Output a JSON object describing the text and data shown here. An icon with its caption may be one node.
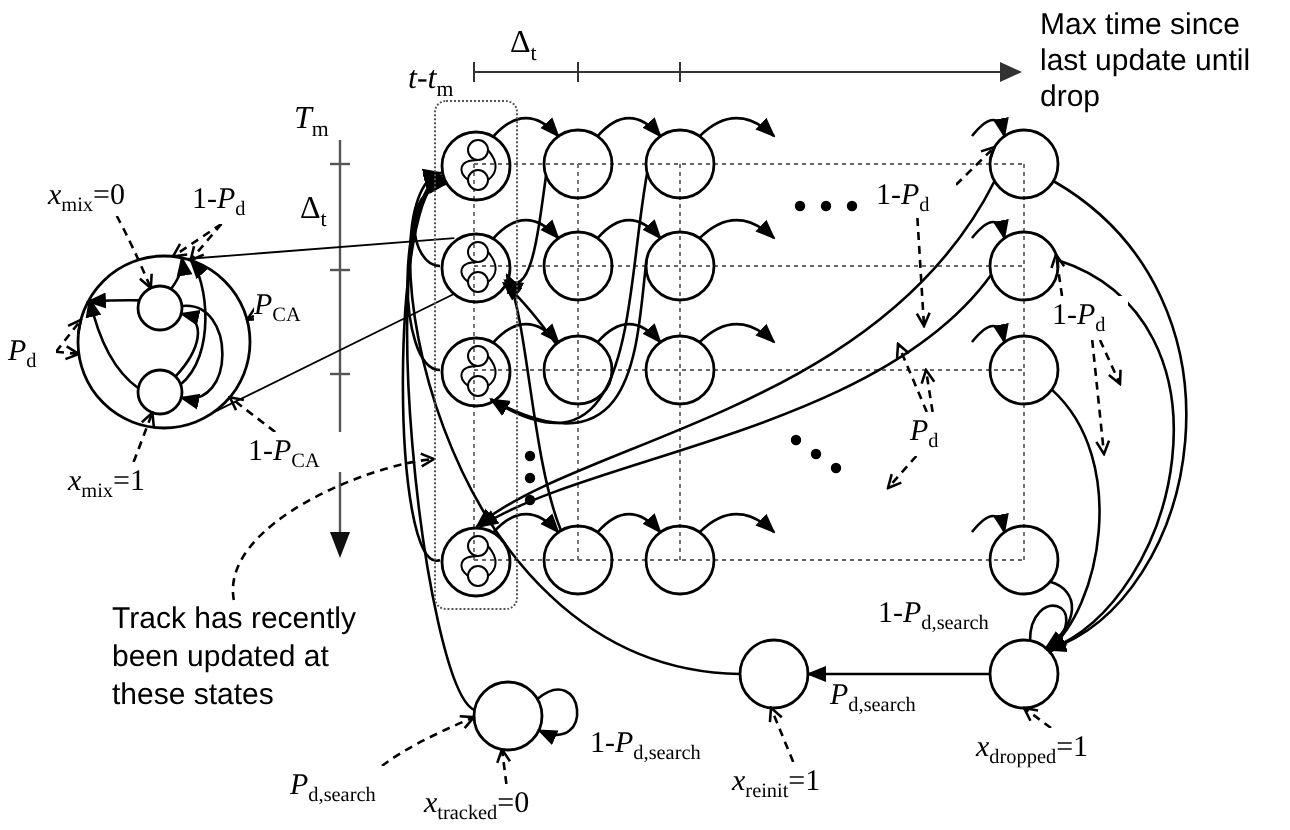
{
  "diagram": {
    "nodes": [
      {
        "text": [],
        "shape": "circle"
      },
      {
        "text": [],
        "shape": "circle",
        "in": 0
      },
      {
        "text": [],
        "shape": "circle",
        "in": 0
      },
      {
        "text": [],
        "shape": "box"
      },
      {
        "text": [],
        "shape": "circle",
        "in": 3
      },
      {
        "text": [],
        "shape": "circle",
        "in": 3
      },
      {
        "text": [],
        "shape": "circle",
        "in": 3
      },
      {
        "text": [],
        "shape": "circle",
        "in": 3
      },
      {
        "text": [],
        "shape": "circle"
      },
      {
        "text": [],
        "shape": "circle"
      },
      {
        "text": [],
        "shape": "circle"
      },
      {
        "text": [],
        "shape": "circle"
      },
      {
        "text": [],
        "shape": "circle"
      },
      {
        "text": [],
        "shape": "circle"
      },
      {
        "text": [],
        "shape": "circle"
      },
      {
        "text": [],
        "shape": "circle"
      },
      {
        "text": [],
        "shape": "circle"
      },
      {
        "text": [],
        "shape": "circle"
      },
      {
        "text": [],
        "shape": "circle"
      },
      {
        "text": [],
        "shape": "circle"
      },
      {
        "text": [],
        "shape": "circle"
      },
      {
        "text": [],
        "shape": "circle"
      },
      {
        "text": [],
        "shape": "circle"
      },
      {
        "text": [
          "*x*$_{mix}$=0"
        ]
      },
      {
        "text": [
          "1-*P*$_{d}$"
        ]
      },
      {
        "text": [
          "*P*$_{CA}$"
        ]
      },
      {
        "text": [
          "*P*$_{d}$"
        ]
      },
      {
        "text": [
          "1-*P*$_{CA}$"
        ]
      },
      {
        "text": [
          "*x*$_{mix}$=1"
        ]
      },
      {
        "text": [
          "1-*P*$_{d}$"
        ]
      },
      {
        "text": [
          "1-*P*$_{d}$"
        ]
      },
      {
        "text": [
          "*P*$_{d}$"
        ]
      },
      {
        "text": [
          "Track has recently been updated at these states"
        ]
      },
      {
        "text": [
          "*P*$_{d,search}$"
        ]
      },
      {
        "text": [
          "*x*$_{tracked}$=0"
        ]
      },
      {
        "text": [
          "*x*$_{reinit}$=1"
        ]
      },
      {
        "text": [
          "*x*$_{dropped}$=1"
        ]
      }
    ],
    "edges": [
      {
        "from": 0,
        "to": 5,
        "arrow": "none"
      },
      {
        "from": 0,
        "to": 5,
        "arrow": "none"
      },
      {
        "from": 1,
        "to": 0,
        "arrow": "to"
      },
      {
        "from": 2,
        "to": 0,
        "arrow": "to"
      },
      {
        "from": 1,
        "to": 0,
        "arrow": "to"
      },
      {
        "from": 2,
        "to": 0,
        "arrow": "to"
      },
      {
        "from": 2,
        "to": 1,
        "arrow": "to"
      },
      {
        "from": 1,
        "to": 2,
        "arrow": "to"
      },
      {
        "from": 4,
        "to": 8,
        "arrow": "to"
      },
      {
        "from": 8,
        "to": 12,
        "arrow": "to"
      },
      {
        "from": 12,
        "to": null,
        "arrow": "to"
      },
      {
        "from": 5,
        "to": 9,
        "arrow": "to"
      },
      {
        "from": 9,
        "to": 13,
        "arrow": "to"
      },
      {
        "from": 13,
        "to": null,
        "arrow": "to"
      },
      {
        "from": 6,
        "to": 10,
        "arrow": "to"
      },
      {
        "from": 10,
        "to": 14,
        "arrow": "to"
      },
      {
        "from": 14,
        "to": null,
        "arrow": "to"
      },
      {
        "from": 7,
        "to": 11,
        "arrow": "to"
      },
      {
        "from": 11,
        "to": 15,
        "arrow": "to"
      },
      {
        "from": 15,
        "to": null,
        "arrow": "to"
      },
      {
        "from": null,
        "to": 16,
        "arrow": "to"
      },
      {
        "from": null,
        "to": 17,
        "arrow": "to"
      },
      {
        "from": null,
        "to": 18,
        "arrow": "to"
      },
      {
        "from": null,
        "to": 19,
        "arrow": "to"
      },
      {
        "from": 8,
        "to": 5,
        "arrow": "to"
      },
      {
        "from": 10,
        "to": 5,
        "arrow": "to"
      },
      {
        "from": 11,
        "to": 5,
        "arrow": "to"
      },
      {
        "from": 12,
        "to": 6,
        "arrow": "to"
      },
      {
        "from": 13,
        "to": 6,
        "arrow": "to"
      },
      {
        "from": 16,
        "to": 7,
        "arrow": "to"
      },
      {
        "from": 17,
        "to": 7,
        "arrow": "to"
      },
      {
        "from": 5,
        "to": 4,
        "arrow": "to"
      },
      {
        "from": 6,
        "to": 4,
        "arrow": "to"
      },
      {
        "from": 7,
        "to": 4,
        "arrow": "to"
      },
      {
        "from": 22,
        "to": 4,
        "arrow": "to"
      },
      {
        "from": 21,
        "to": 4,
        "arrow": "to"
      },
      {
        "from": 16,
        "to": 20,
        "arrow": "to"
      },
      {
        "from": 17,
        "to": 20,
        "arrow": "to"
      },
      {
        "from": 18,
        "to": 20,
        "arrow": "to"
      },
      {
        "from": 19,
        "to": 20,
        "arrow": "to"
      },
      {
        "from": 20,
        "to": 20,
        "arrow": "to",
        "label": "1-*P*$_{d,search}$"
      },
      {
        "from": 20,
        "to": 21,
        "arrow": "to",
        "label": "*P*$_{d,search}$"
      },
      {
        "from": 22,
        "to": 22,
        "arrow": "to",
        "label": "1-*P*$_{d,search}$"
      },
      {
        "from": 23,
        "to": 1,
        "arrow": "to",
        "style": "dashed"
      },
      {
        "from": 24,
        "to": 0,
        "arrow": "to",
        "style": "dashed"
      },
      {
        "from": 24,
        "to": 0,
        "arrow": "to",
        "style": "dashed"
      },
      {
        "from": 25,
        "to": 0,
        "arrow": "to",
        "style": "dashed"
      },
      {
        "from": 26,
        "to": 0,
        "arrow": "to",
        "style": "dashed"
      },
      {
        "from": 26,
        "to": 0,
        "arrow": "to",
        "style": "dashed"
      },
      {
        "from": 27,
        "to": 0,
        "arrow": "to",
        "style": "dashed"
      },
      {
        "from": 28,
        "to": 2,
        "arrow": "to",
        "style": "dashed"
      },
      {
        "from": 29,
        "to": 16,
        "arrow": "to",
        "style": "dashed"
      },
      {
        "from": 29,
        "to": null,
        "arrow": "to",
        "style": "dashed"
      },
      {
        "from": 30,
        "to": 17,
        "arrow": "to",
        "style": "dashed"
      },
      {
        "from": 30,
        "to": null,
        "arrow": "to",
        "style": "dashed"
      },
      {
        "from": 30,
        "to": null,
        "arrow": "to",
        "style": "dashed"
      },
      {
        "from": 31,
        "to": null,
        "arrow": "to",
        "style": "dashed"
      },
      {
        "from": 31,
        "to": null,
        "arrow": "to",
        "style": "dashed"
      },
      {
        "from": 31,
        "to": null,
        "arrow": "to",
        "style": "dashed"
      },
      {
        "from": 32,
        "to": 3,
        "arrow": "to",
        "style": "dashed"
      },
      {
        "from": 33,
        "to": 22,
        "arrow": "to",
        "style": "dashed"
      },
      {
        "from": 34,
        "to": 22,
        "arrow": "to",
        "style": "dashed"
      },
      {
        "from": 35,
        "to": 21,
        "arrow": "to",
        "style": "dashed"
      },
      {
        "from": 36,
        "to": 20,
        "arrow": "to",
        "style": "dashed"
      }
    ],
    "labels": [
      "*t*-*t*$_{m}$",
      "Δ$_{t}$",
      "*T*$_{m}$",
      "Δ$_{t}$",
      "Max time since last update until drop"
    ]
  }
}
